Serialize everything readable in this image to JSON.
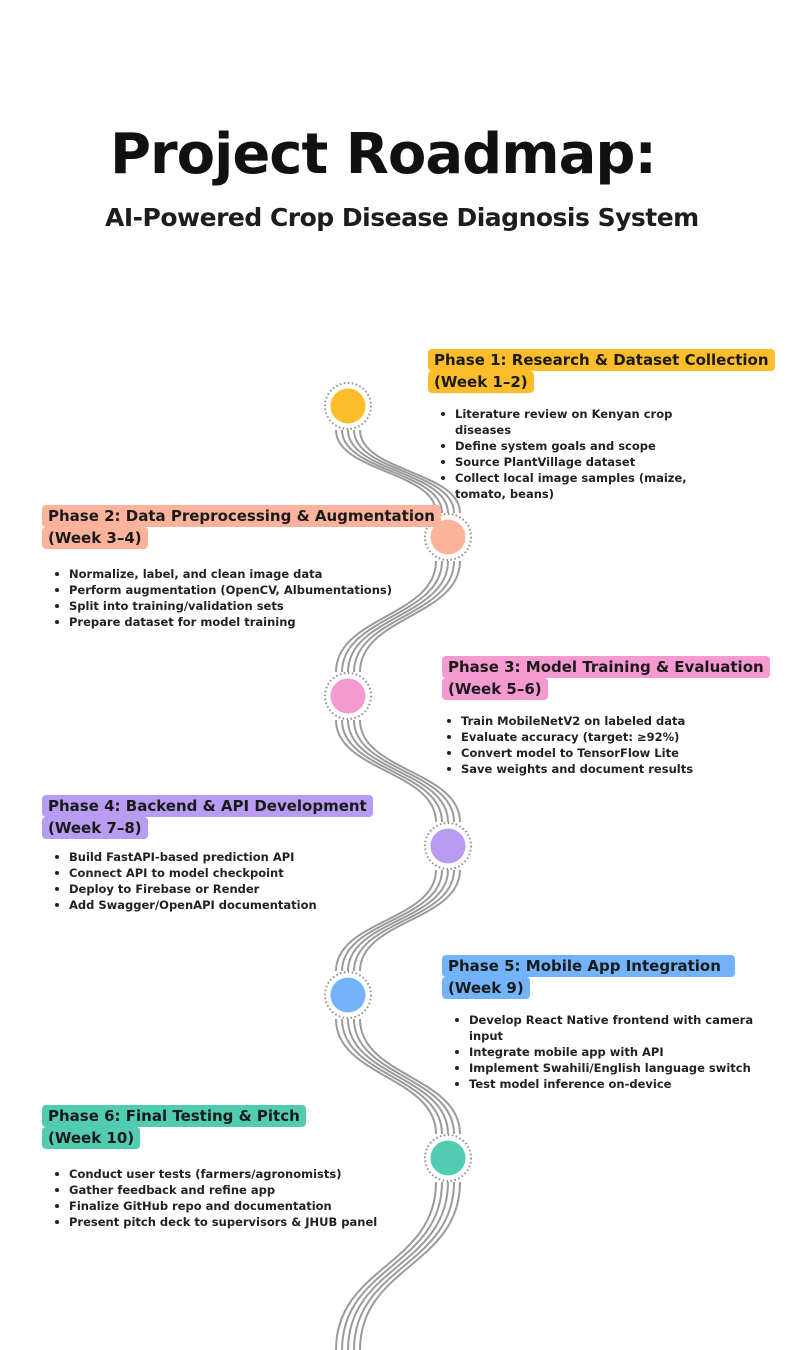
{
  "title": "Project Roadmap:",
  "subtitle": "AI-Powered Crop Disease Diagnosis System",
  "colors": {
    "road": "#9b9b9b",
    "phase1": "#fbbd2a",
    "phase2": "#fcb39b",
    "phase3": "#f59ad0",
    "phase4": "#b79cf2",
    "phase5": "#72b3f9",
    "phase6": "#51ccb1"
  },
  "phases": [
    {
      "title": "Phase 1: Research & Dataset Collection",
      "weeks": "(Week 1–2)",
      "tasks": [
        "Literature review on Kenyan crop diseases",
        "Define system goals and scope",
        "Source PlantVillage dataset",
        " Collect local image samples (maize, tomato, beans)"
      ]
    },
    {
      "title": "Phase 2: Data Preprocessing & Augmentation",
      "weeks": "(Week 3–4)",
      "tasks": [
        "Normalize, label, and clean image data",
        "Perform augmentation (OpenCV, Albumentations)",
        "Split into training/validation sets",
        "Prepare dataset for model training"
      ]
    },
    {
      "title": "Phase 3: Model Training & Evaluation",
      "weeks": "(Week 5–6)",
      "tasks": [
        "Train MobileNetV2 on labeled data",
        "Evaluate accuracy (target: ≥92%)",
        "Convert model to TensorFlow Lite",
        "Save weights and document results"
      ]
    },
    {
      "title": "Phase 4: Backend & API Development",
      "weeks": "(Week 7–8)",
      "tasks": [
        "Build FastAPI-based prediction API",
        "Connect API to model checkpoint",
        "Deploy to Firebase or Render",
        "Add Swagger/OpenAPI documentation"
      ]
    },
    {
      "title": "Phase 5: Mobile App Integration",
      "weeks": "(Week 9)",
      "tasks": [
        "Develop React Native frontend with camera input",
        "Integrate mobile app with API",
        "Implement Swahili/English language switch",
        "Test model inference on-device"
      ]
    },
    {
      "title": "Phase 6: Final Testing & Pitch",
      "weeks": "(Week 10)",
      "tasks": [
        "Conduct user tests (farmers/agronomists)",
        "Gather feedback and refine app",
        "Finalize GitHub repo and documentation",
        "Present pitch deck to supervisors & JHUB panel"
      ]
    }
  ]
}
